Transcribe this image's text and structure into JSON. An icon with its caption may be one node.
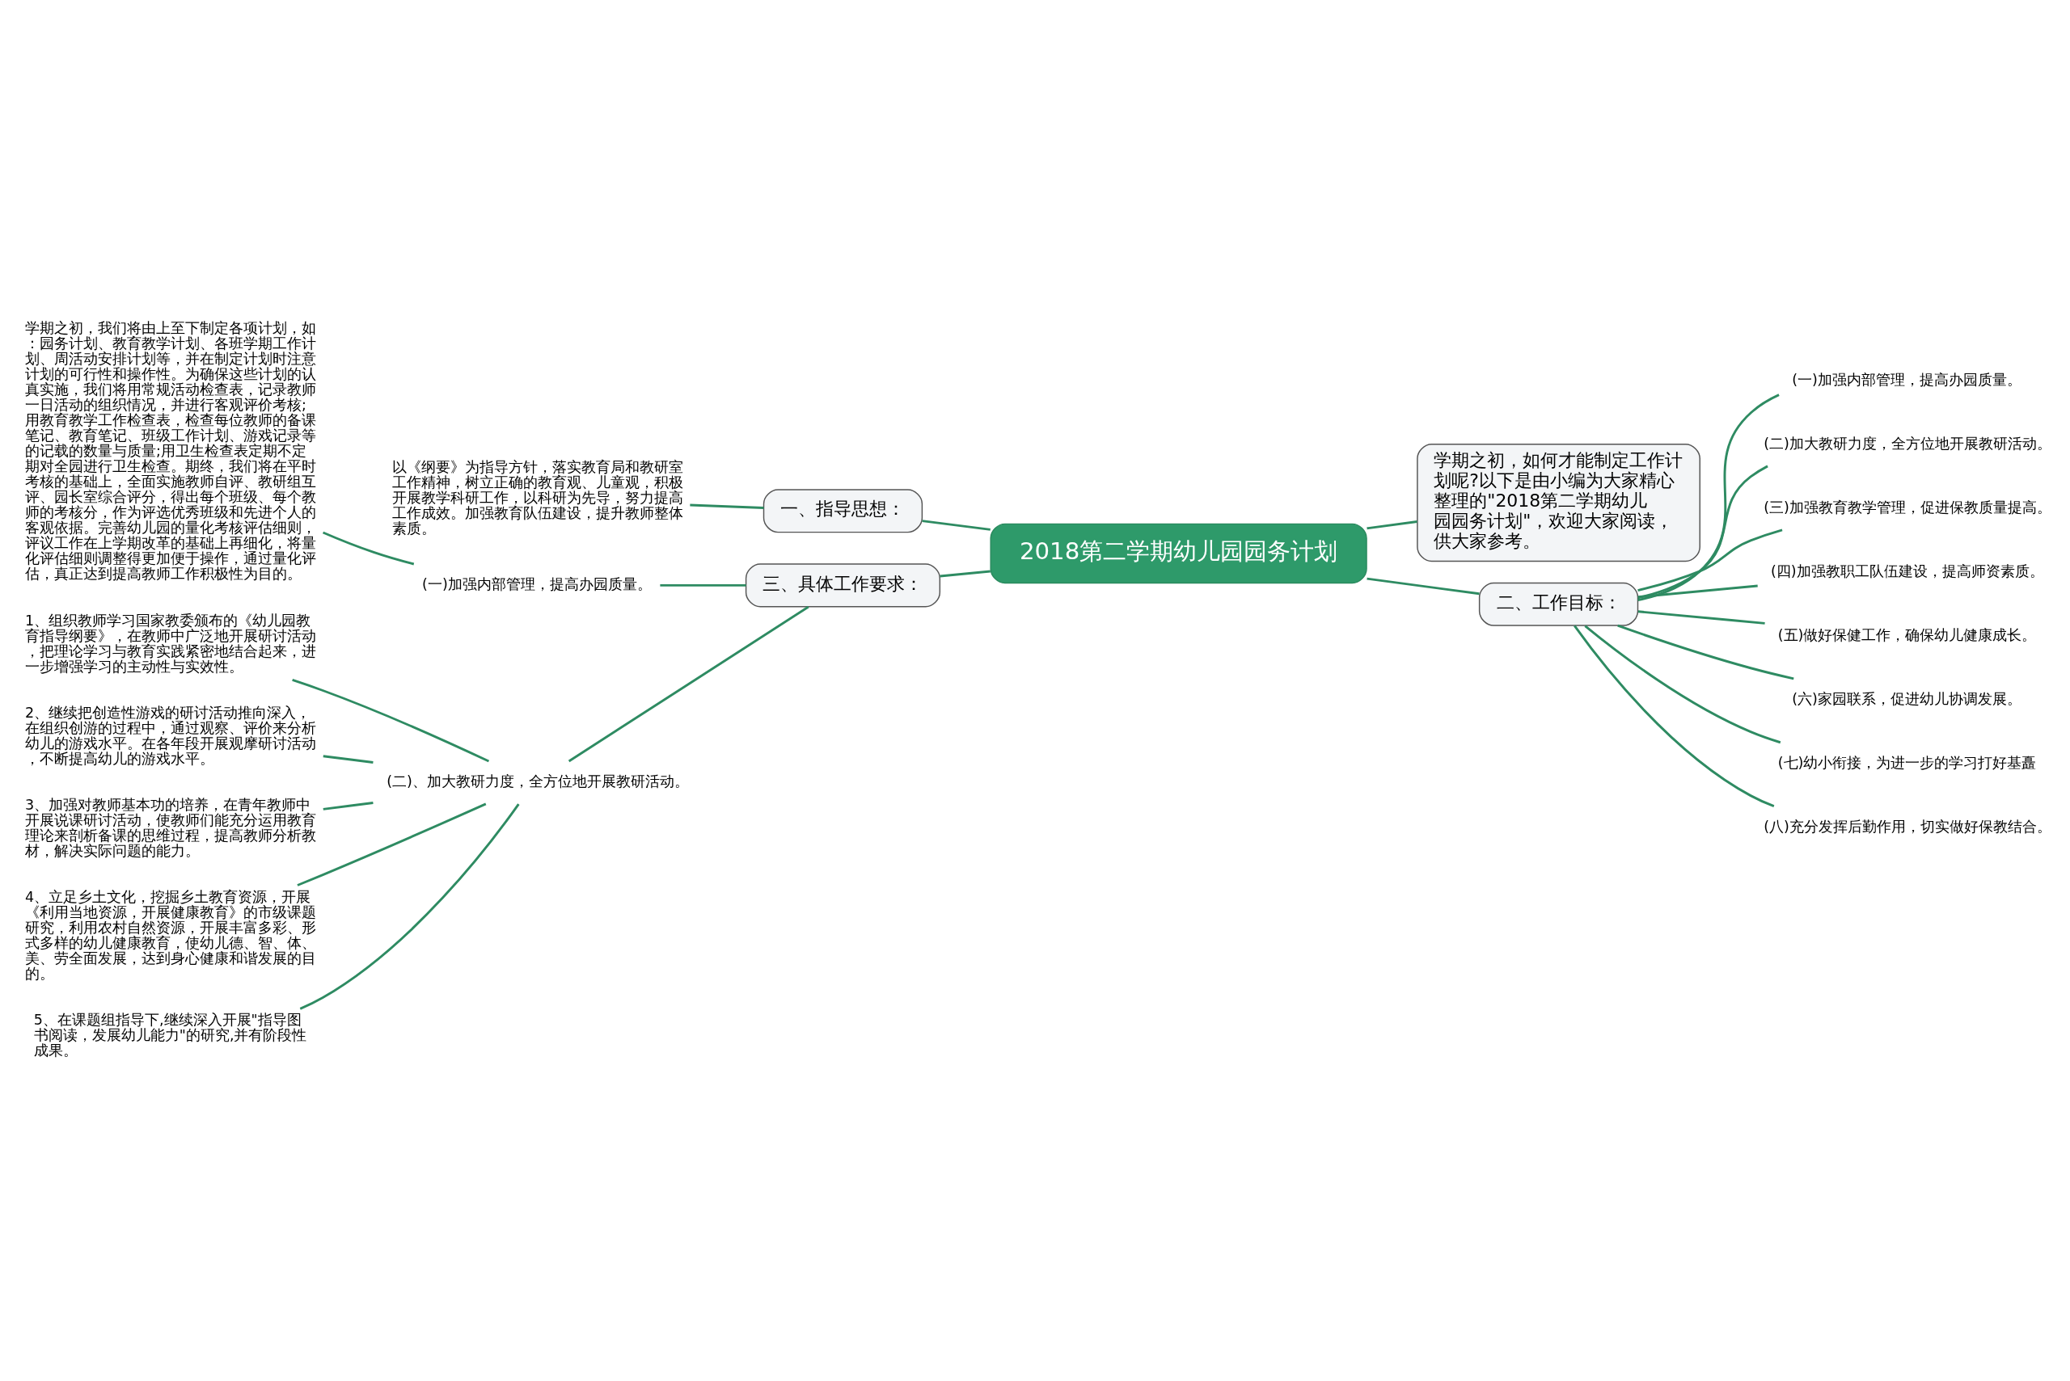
{
  "diagram": {
    "nodes": [
      {
        "text": [
          "2018第二学期幼儿园园务计划"
        ]
      },
      {
        "text": [
          "一、指导思想："
        ]
      },
      {
        "text": [
          "以《纲要》为指导方针，落实教育局和教研室工作精神，树立正确的教育观、儿童观，积极开展教学科研工作，以科研为先导，努力提高工作成效。加强教育队伍建设，提升教师整体素质。"
        ]
      },
      {
        "text": [
          "学期之初，如何才能制定工作计划呢?以下是由小编为大家精心整理的\"2018第二学期幼儿园园务计划\"，欢迎大家阅读，供大家参考。"
        ]
      },
      {
        "text": [
          "二、工作目标："
        ]
      },
      {
        "text": [
          "(一)加强内部管理，提高办园质量。"
        ]
      },
      {
        "text": [
          "(二)加大教研力度，全方位地开展教研活动。"
        ]
      },
      {
        "text": [
          "(三)加强教育教学管理，促进保教质量提高。"
        ]
      },
      {
        "text": [
          "(四)加强教职工队伍建设，提高师资素质。"
        ]
      },
      {
        "text": [
          "(五)做好保健工作，确保幼儿健康成长。"
        ]
      },
      {
        "text": [
          "(六)家园联系，促进幼儿协调发展。"
        ]
      },
      {
        "text": [
          "(七)幼小衔接，为进一步的学习打好基矗"
        ]
      },
      {
        "text": [
          "(八)充分发挥后勤作用，切实做好保教结合。"
        ]
      },
      {
        "text": [
          "三、具体工作要求："
        ]
      },
      {
        "text": [
          "(一)加强内部管理，提高办园质量。"
        ]
      },
      {
        "text": [
          "学期之初，我们将由上至下制定各项计划，如：园务计划、教育教学计划、各班学期工作计划、周活动安排计划等，并在制定计划时注意计划的可行性和操作性。为确保这些计划的认真实施，我们将用常规活动检查表，记录教师一日活动的组织情况，并进行客观评价考核;用教育教学工作检查表，检查每位教师的备课笔记、教育笔记、班级工作计划、游戏记录等的记载的数量与质量;用卫生检查表定期不定期对全园进行卫生检查。期终，我们将在平时考核的基础上，全面实施教师自评、教研组互评、园长室综合评分，得出每个班级、每个教师的考核分，作为评选优秀班级和先进个人的客观依据。完善幼儿园的量化考核评估细则，评议工作在上学期改革的基础上再细化，将量化评估细则调整得更加便于操作，通过量化评估，真正达到提高教师工作积极性为目的。"
        ]
      },
      {
        "text": [
          "(二)、加大教研力度，全方位地开展教研活动。"
        ]
      },
      {
        "text": [
          "1、组织教师学习国家教委颁布的《幼儿园教育指导纲要》，在教师中广泛地开展研讨活动，把理论学习与教育实践紧密地结合起来，进一步增强学习的主动性与实效性。"
        ]
      },
      {
        "text": [
          "2、继续把创造性游戏的研讨活动推向深入，在组织创游的过程中，通过观察、评价来分析幼儿的游戏水平。在各年段开展观摩研讨活动，不断提高幼儿的游戏水平。"
        ]
      },
      {
        "text": [
          "3、加强对教师基本功的培养，在青年教师中开展说课研讨活动，使教师们能充分运用教育理论来剖析备课的思维过程，提高教师分析教材，解决实际问题的能力。"
        ]
      },
      {
        "text": [
          "4、立足乡土文化，挖掘乡土教育资源，开展《利用当地资源，开展健康教育》的市级课题研究，利用农村自然资源，开展丰富多彩、形式多样的幼儿健康教育，使幼儿德、智、体、美、劳全面发展，达到身心健康和谐发展的目的。"
        ]
      },
      {
        "text": [
          "5、在课题组指导下,继续深入开展\"指导图书阅读，发展幼儿能力\"的研究,并有阶段性成果。"
        ]
      }
    ],
    "edges": [
      {
        "from": 0,
        "to": 1,
        "arrow": "none"
      },
      {
        "from": 1,
        "to": 2,
        "arrow": "none"
      },
      {
        "from": 0,
        "to": 3,
        "arrow": "none"
      },
      {
        "from": 0,
        "to": 4,
        "arrow": "none"
      },
      {
        "from": 4,
        "to": 5,
        "arrow": "none"
      },
      {
        "from": 4,
        "to": 6,
        "arrow": "none"
      },
      {
        "from": 4,
        "to": 7,
        "arrow": "none"
      },
      {
        "from": 4,
        "to": 8,
        "arrow": "none"
      },
      {
        "from": 4,
        "to": 9,
        "arrow": "none"
      },
      {
        "from": 4,
        "to": 10,
        "arrow": "none"
      },
      {
        "from": 4,
        "to": 11,
        "arrow": "none"
      },
      {
        "from": 4,
        "to": 12,
        "arrow": "none"
      },
      {
        "from": 0,
        "to": 13,
        "arrow": "none"
      },
      {
        "from": 13,
        "to": 14,
        "arrow": "none"
      },
      {
        "from": 14,
        "to": 15,
        "arrow": "none"
      },
      {
        "from": 13,
        "to": 16,
        "arrow": "none"
      },
      {
        "from": 16,
        "to": 17,
        "arrow": "none"
      },
      {
        "from": 16,
        "to": 18,
        "arrow": "none"
      },
      {
        "from": 16,
        "to": 19,
        "arrow": "none"
      },
      {
        "from": 16,
        "to": 20,
        "arrow": "none"
      },
      {
        "from": 16,
        "to": 21,
        "arrow": "none"
      }
    ]
  }
}
